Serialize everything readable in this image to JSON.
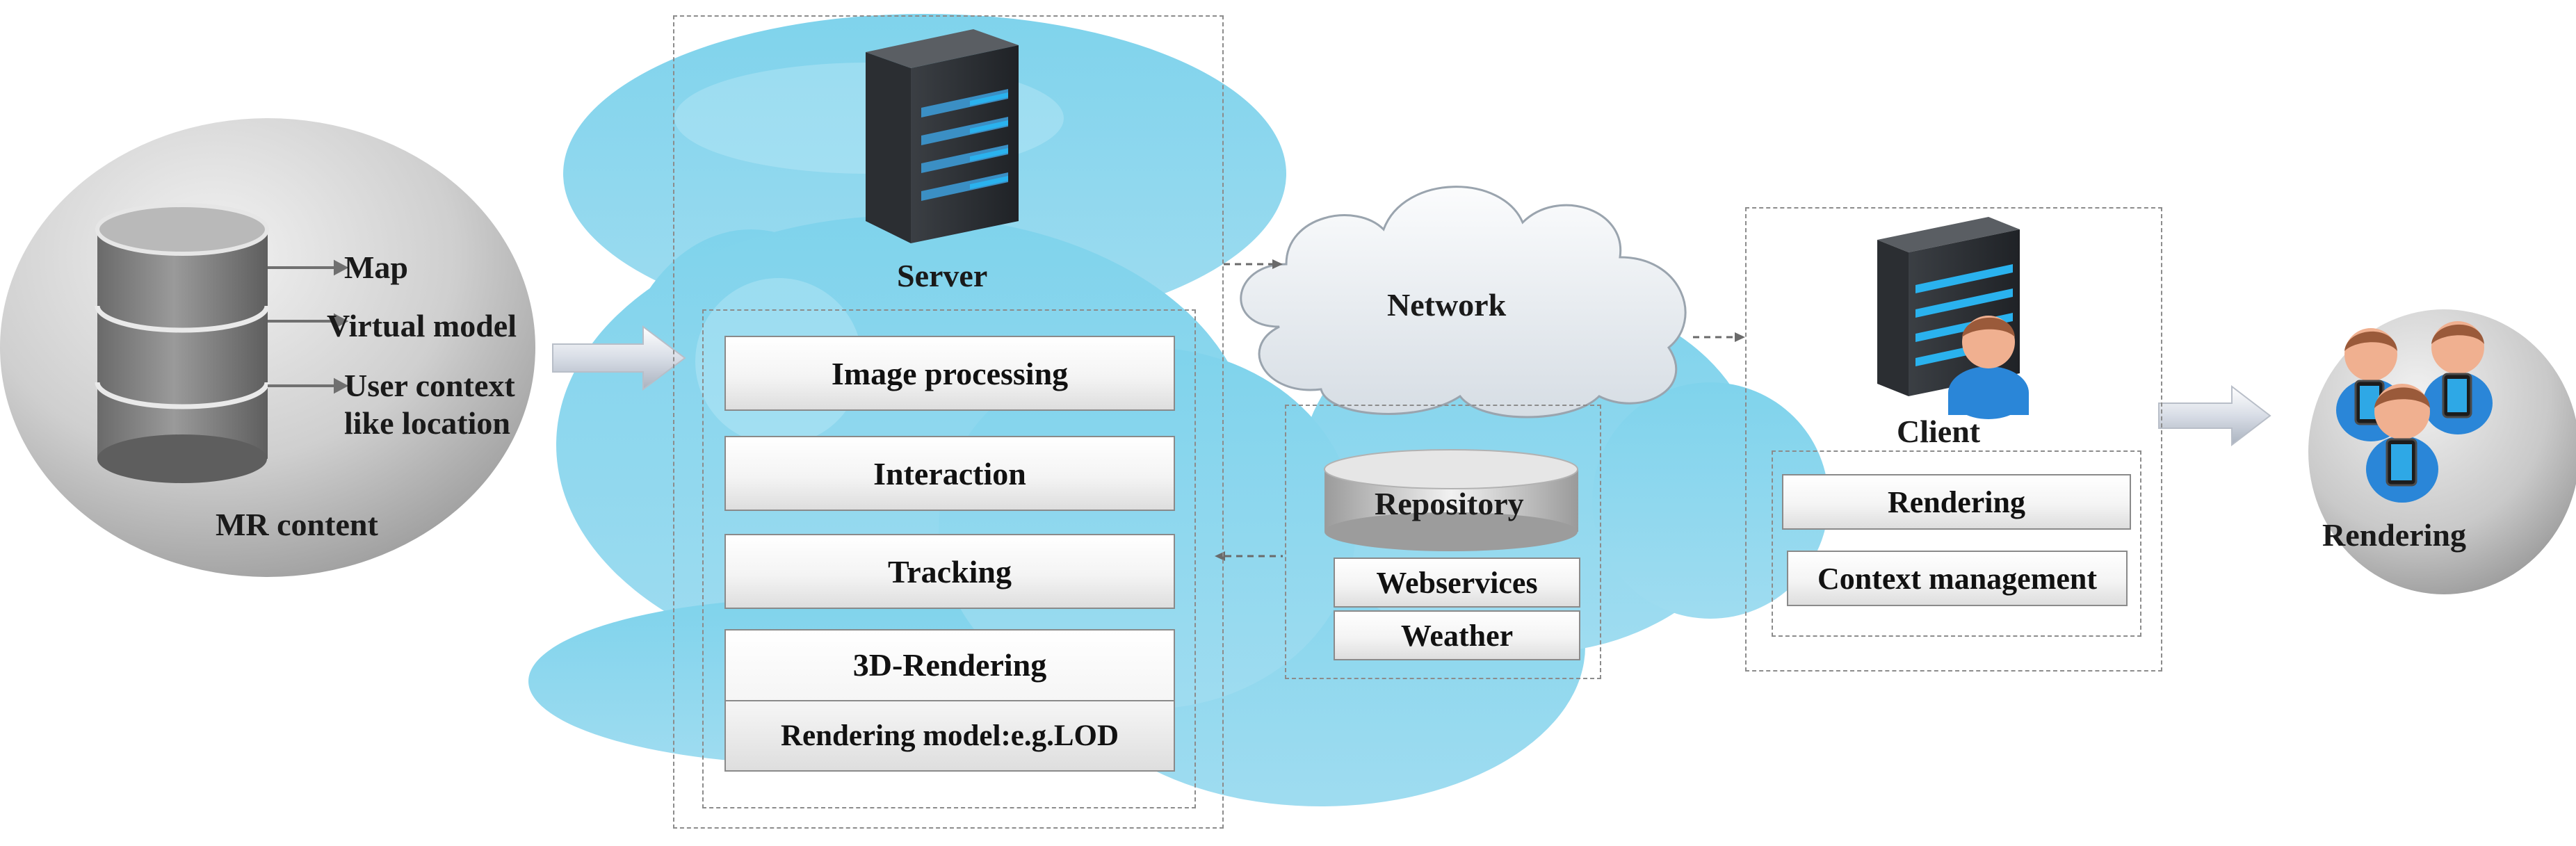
{
  "mr_content": {
    "items": [
      "Map",
      "Virtual model",
      "User context like location"
    ],
    "item_user_context_line1": "User context",
    "item_user_context_line2": "like location",
    "title": "MR content"
  },
  "server": {
    "title": "Server",
    "modules": [
      "Image processing",
      "Interaction",
      "Tracking"
    ],
    "rendering_group": {
      "title": "3D-Rendering",
      "sub": "Rendering model:e.g.LOD"
    }
  },
  "network": {
    "title": "Network"
  },
  "repository": {
    "title": "Repository",
    "services": [
      "Webservices",
      "Weather"
    ]
  },
  "client": {
    "title": "Client",
    "modules": [
      "Rendering",
      "Context management"
    ]
  },
  "output": {
    "title": "Rendering"
  },
  "colors": {
    "cloud_blue": "#8fd8ee",
    "network_cloud": "#eef1f4",
    "panel_gray": "#c4c4c4",
    "server_dark": "#2c2f33",
    "server_led": "#2aa9e0",
    "person_skin": "#f0b090",
    "person_shirt": "#2a86d8"
  },
  "icons": [
    "database-icon",
    "server-icon",
    "client-server-icon",
    "users-with-tablets-icon",
    "repository-cylinder-icon"
  ]
}
